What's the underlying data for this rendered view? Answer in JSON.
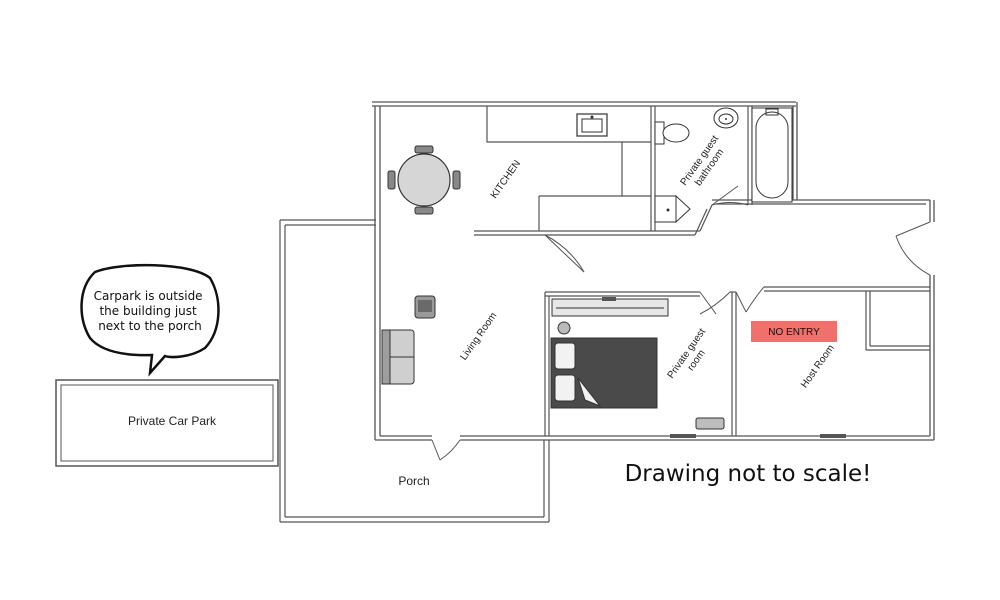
{
  "speech_bubble": {
    "lines": [
      "Carpark is outside",
      "the building just",
      "next to the porch"
    ]
  },
  "car_park": {
    "label": "Private Car Park"
  },
  "porch": {
    "label": "Porch"
  },
  "rooms": {
    "kitchen": "KITCHEN",
    "living_room": "Living Room",
    "bathroom_line1": "Private guest",
    "bathroom_line2": "bathroom",
    "guest_room_line1": "Private guest",
    "guest_room_line2": "room",
    "host_room": "Host Room"
  },
  "no_entry_sign": {
    "text": "NO ENTRY",
    "color": "#f0706b"
  },
  "footer_note": "Drawing not to scale!",
  "colors": {
    "wall": "#555555",
    "furniture_fill": "#d6d6d6",
    "bed_fill": "#4a4a4a",
    "line": "#333333"
  }
}
